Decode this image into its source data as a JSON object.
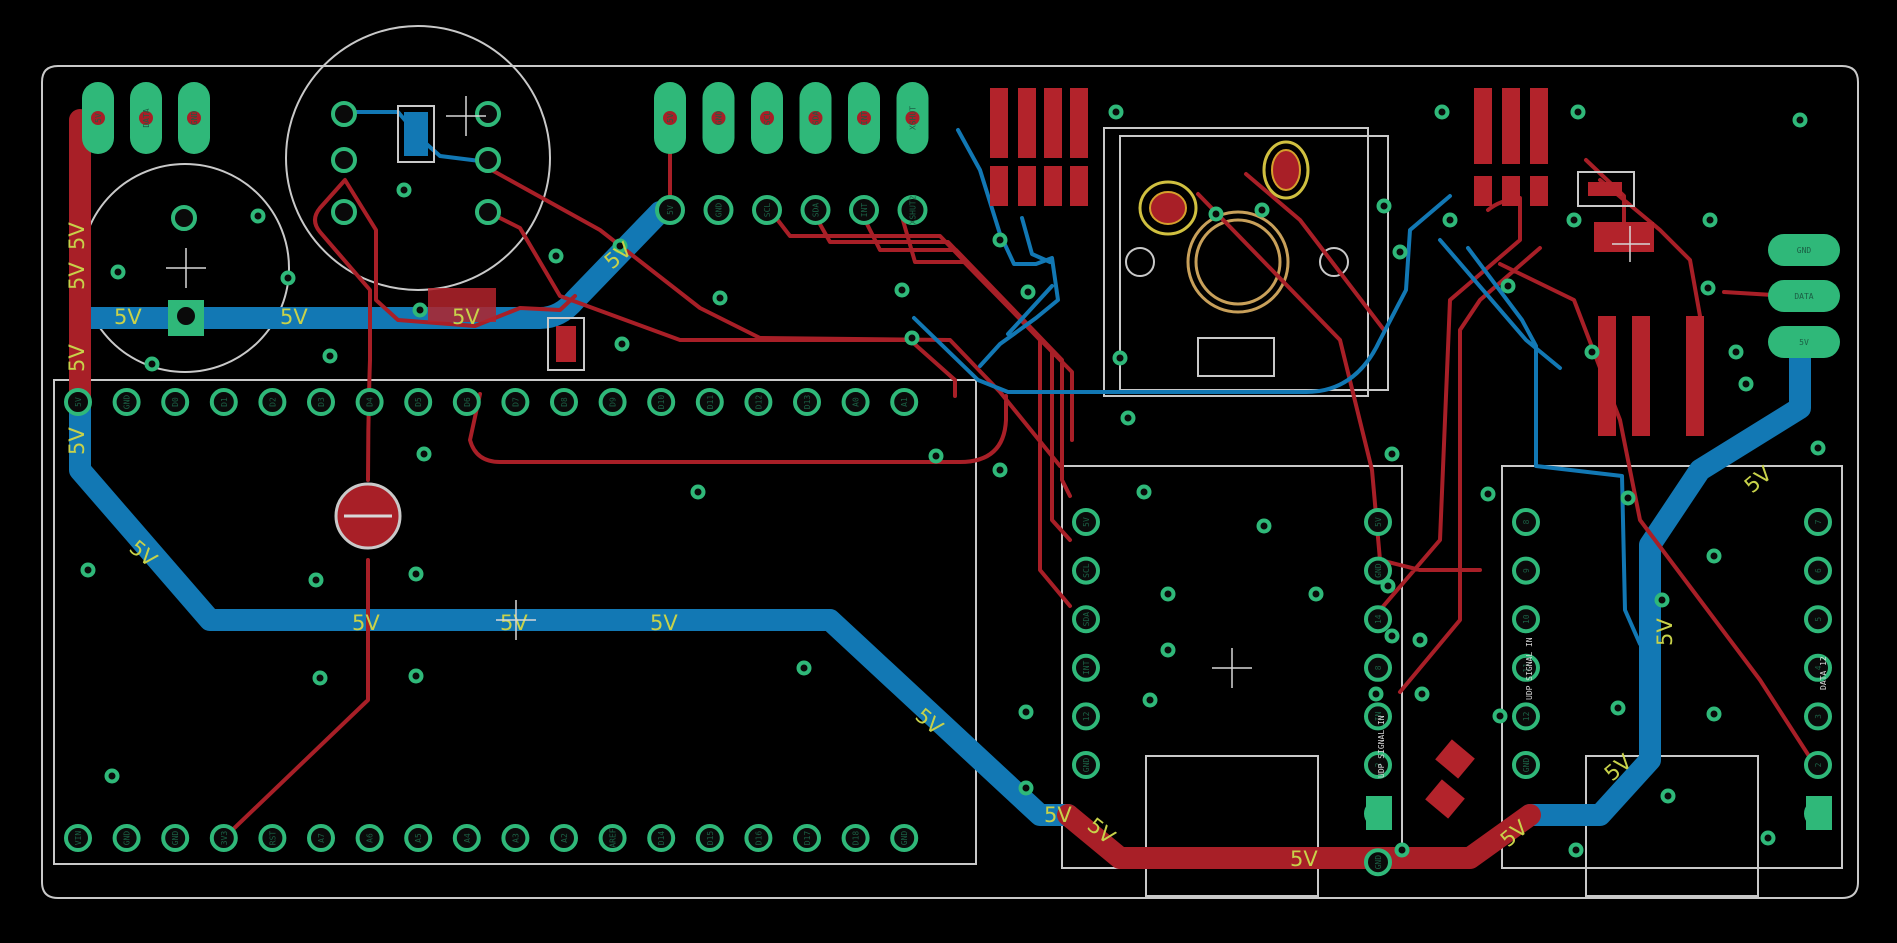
{
  "colors": {
    "background": "#000000",
    "top_copper": "#a81f27",
    "bottom_copper": "#1278b4",
    "pads": "#2fb879",
    "silkscreen": "#c9c9c9",
    "net_label": "#c8d24a"
  },
  "net_labels": {
    "left_vertical_a": "5V",
    "left_vertical_b": "5V",
    "left_vertical_c": "5V",
    "left_vertical_d": "5V",
    "left_rail_1": "5V",
    "left_rail_2": "5V",
    "left_rail_3": "5V",
    "diag_upper": "5V",
    "diag_left": "5V",
    "middle_1": "5V",
    "middle_2": "5V",
    "middle_3": "5V",
    "diag_mid": "5V",
    "bottom_blue": "5V",
    "bottom_red_1": "5V",
    "bottom_red_2": "5V",
    "bottom_red_3": "5V",
    "right_diag": "5V",
    "right_vertical": "5V",
    "right_lower": "5V"
  },
  "headers": {
    "left_top": [
      "5V",
      "DATA",
      "GND"
    ],
    "center_top": [
      "5V",
      "GND",
      "SCL",
      "SDA",
      "INT",
      "XSHUT"
    ],
    "center_top_row2": [
      "5V",
      "GND",
      "SCL",
      "SDA",
      "INT",
      "XSHUT2"
    ],
    "right_side": [
      "GND",
      "DATA",
      "5V"
    ]
  },
  "modules": {
    "left_pin_row_top": [
      "5V",
      "GND",
      "D0",
      "D1",
      "D2",
      "D3",
      "D4",
      "D5",
      "D6",
      "D7",
      "D8",
      "D9",
      "D10",
      "D11",
      "D12",
      "D13",
      "A0",
      "A1"
    ],
    "left_pin_row_bottom": [
      "VIN",
      "GND",
      "GND",
      "3V3",
      "RST",
      "A7",
      "A6",
      "A5",
      "A4",
      "A3",
      "A2",
      "AREF",
      "D14",
      "D15",
      "D16",
      "D17",
      "D18",
      "GND"
    ],
    "mid_module_left": [
      "5V",
      "SCL",
      "SDA",
      "INT",
      "12",
      "GND"
    ],
    "mid_module_right": [
      "5V",
      "GND",
      "14",
      "8",
      "IN",
      "2",
      "1",
      "GND"
    ],
    "mid_module_signal": "UDP SIGNAL IN",
    "right_module_left": [
      "8",
      "9",
      "10",
      "11",
      "12",
      "GND"
    ],
    "right_module_right": [
      "7",
      "6",
      "5",
      "4",
      "3",
      "2",
      "1"
    ],
    "right_module_signal": "UDP SIGNAL IN",
    "right_module_side": "DATA 12"
  }
}
